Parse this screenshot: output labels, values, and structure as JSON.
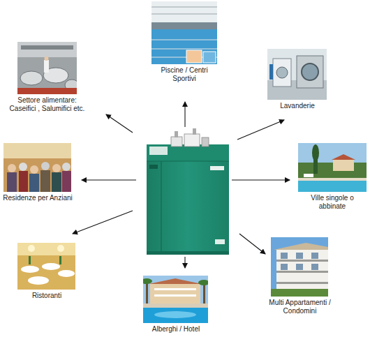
{
  "diagram": {
    "nodes": [
      {
        "text": [
          "Piscine / Centri Sportivi"
        ]
      },
      {
        "text": [
          "Settore alimentare: Caseifici , Salumifici etc."
        ]
      },
      {
        "text": [
          "Lavanderie"
        ]
      },
      {
        "text": [
          "Residenze per Anziani"
        ]
      },
      {
        "text": [
          "Ville singole o abbinate"
        ]
      },
      {
        "text": [
          "Ristoranti"
        ]
      },
      {
        "text": [
          "Multi Appartamenti / Condomini"
        ]
      },
      {
        "text": [
          "Alberghi / Hotel"
        ]
      }
    ]
  }
}
